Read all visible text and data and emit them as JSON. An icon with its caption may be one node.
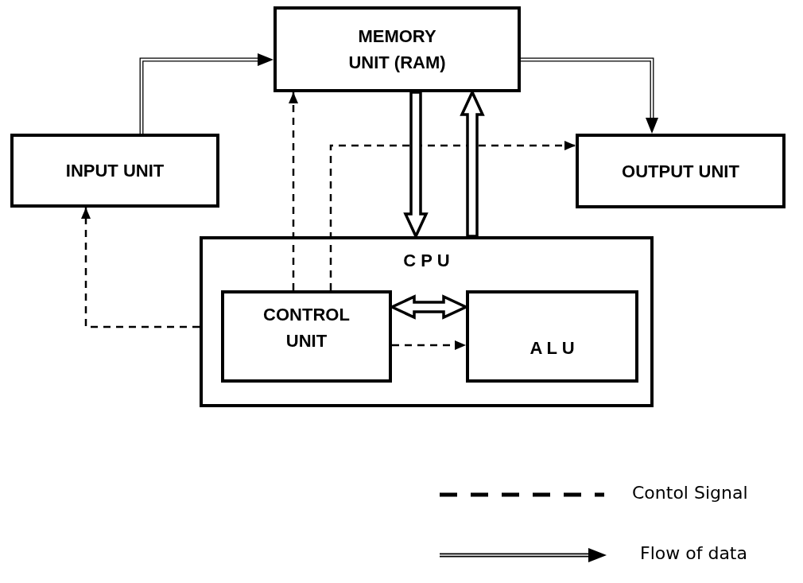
{
  "diagram": {
    "nodes": [
      {
        "text": [
          "MEMORY UNIT (RAM)"
        ]
      },
      {
        "text": [
          "INPUT UNIT"
        ]
      },
      {
        "text": [
          "OUTPUT UNIT"
        ]
      },
      {
        "text": [
          "C P U"
        ]
      },
      {
        "text": [
          "CONTROL UNIT"
        ],
        "in": 3
      },
      {
        "text": [
          "A L U"
        ],
        "in": 3
      }
    ],
    "edges": [
      {
        "from": 1,
        "to": 0,
        "arrow": "to"
      },
      {
        "from": 0,
        "to": 2,
        "arrow": "to"
      },
      {
        "from": 0,
        "to": 3,
        "arrow": "to",
        "style": "thick"
      },
      {
        "from": 3,
        "to": 0,
        "arrow": "to",
        "style": "thick"
      },
      {
        "from": 4,
        "to": 5,
        "arrow": "both",
        "style": "thick"
      },
      {
        "from": 4,
        "to": 0,
        "arrow": "to",
        "style": "dashed"
      },
      {
        "from": 4,
        "to": 2,
        "arrow": "to",
        "style": "dashed"
      },
      {
        "from": 3,
        "to": 1,
        "arrow": "to",
        "style": "dashed"
      },
      {
        "from": 4,
        "to": 5,
        "arrow": "to",
        "style": "dashed"
      }
    ],
    "legend": [
      {
        "text": "Contol Signal"
      },
      {
        "text": "Flow of data"
      }
    ]
  }
}
